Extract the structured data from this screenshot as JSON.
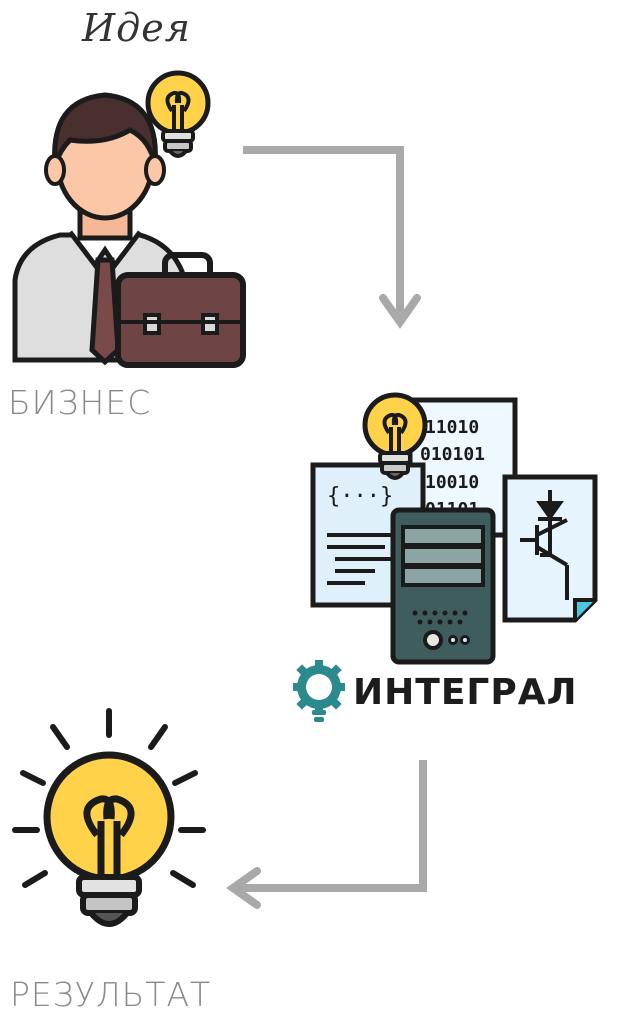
{
  "labels": {
    "idea": "Идея",
    "business": "БИЗНЕС",
    "brand": "ИНТЕГРАЛ",
    "result": "РЕЗУЛЬТАТ"
  },
  "doc": {
    "binary_lines": [
      "11010",
      "010101",
      "10010",
      "01101"
    ],
    "code_snippet": "{···}"
  },
  "icons": [
    "lightbulb-icon",
    "businessman-icon",
    "briefcase-icon",
    "arrow-icon",
    "server-icon",
    "circuit-diagram-icon",
    "gear-bulb-logo-icon"
  ],
  "colors": {
    "arrow": "#a9a9a9",
    "bulb": "#ffd24a",
    "brand_teal": "#2a8a8e",
    "text_gray": "#8a8a8a"
  }
}
